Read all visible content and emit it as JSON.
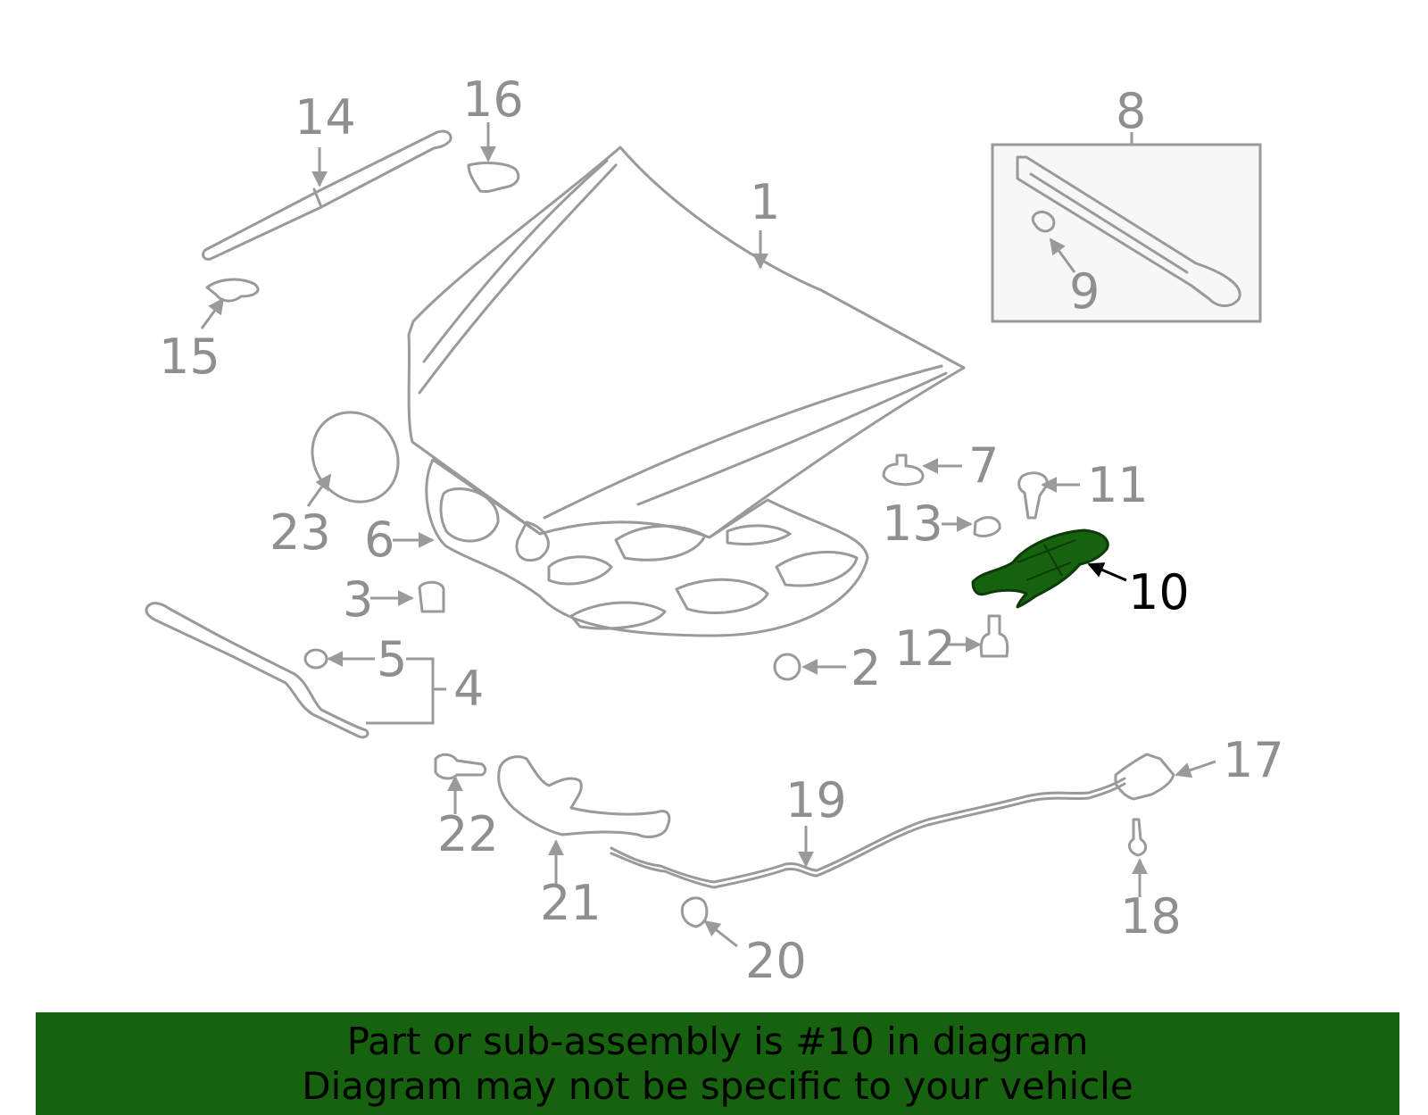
{
  "diagram": {
    "highlight_color": "#16620f",
    "highlighted_part": "10",
    "callouts": [
      "1",
      "2",
      "3",
      "4",
      "5",
      "6",
      "7",
      "8",
      "9",
      "10",
      "11",
      "12",
      "13",
      "14",
      "15",
      "16",
      "17",
      "18",
      "19",
      "20",
      "21",
      "22",
      "23"
    ]
  },
  "banner": {
    "line1": "Part or sub-assembly is #10 in diagram",
    "line2": "Diagram may not be specific to your vehicle"
  }
}
